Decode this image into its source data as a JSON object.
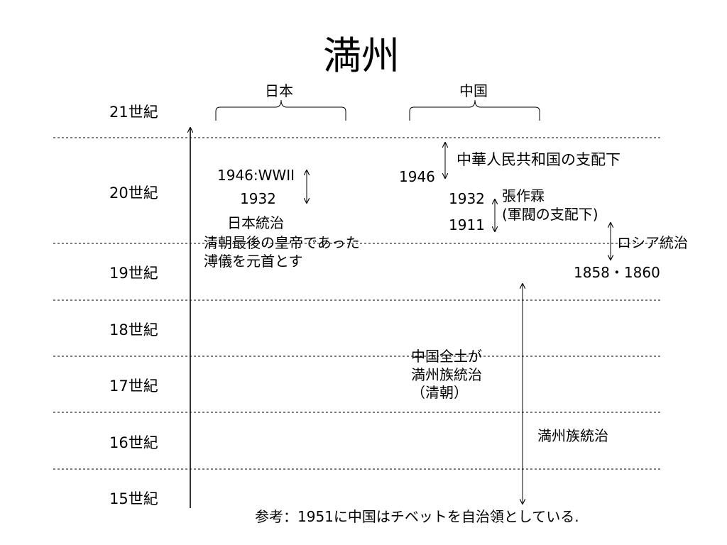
{
  "title": "満州",
  "columns": {
    "japan": "日本",
    "china": "中国"
  },
  "centuries": [
    "21世紀",
    "20世紀",
    "19世紀",
    "18世紀",
    "17世紀",
    "16世紀",
    "15世紀"
  ],
  "japan": {
    "year_1946": "1946:WWII",
    "year_1932": "1932",
    "rule": "日本統治",
    "note": "清朝最後の皇帝であった\n溥儀を元首とす"
  },
  "china": {
    "year_1946": "1946",
    "prc": "中華人民共和国の支配下",
    "year_1932": "1932",
    "year_1911": "1911",
    "zhang": "張作霖\n(軍閥の支配下)",
    "russia": "ロシア統治",
    "year_1858": "1858・1860",
    "qing": "中国全土が\n満州族統治\n（清朝）",
    "manchu": "満州族統治"
  },
  "footnote": "参考：1951に中国はチベットを自治領としている."
}
